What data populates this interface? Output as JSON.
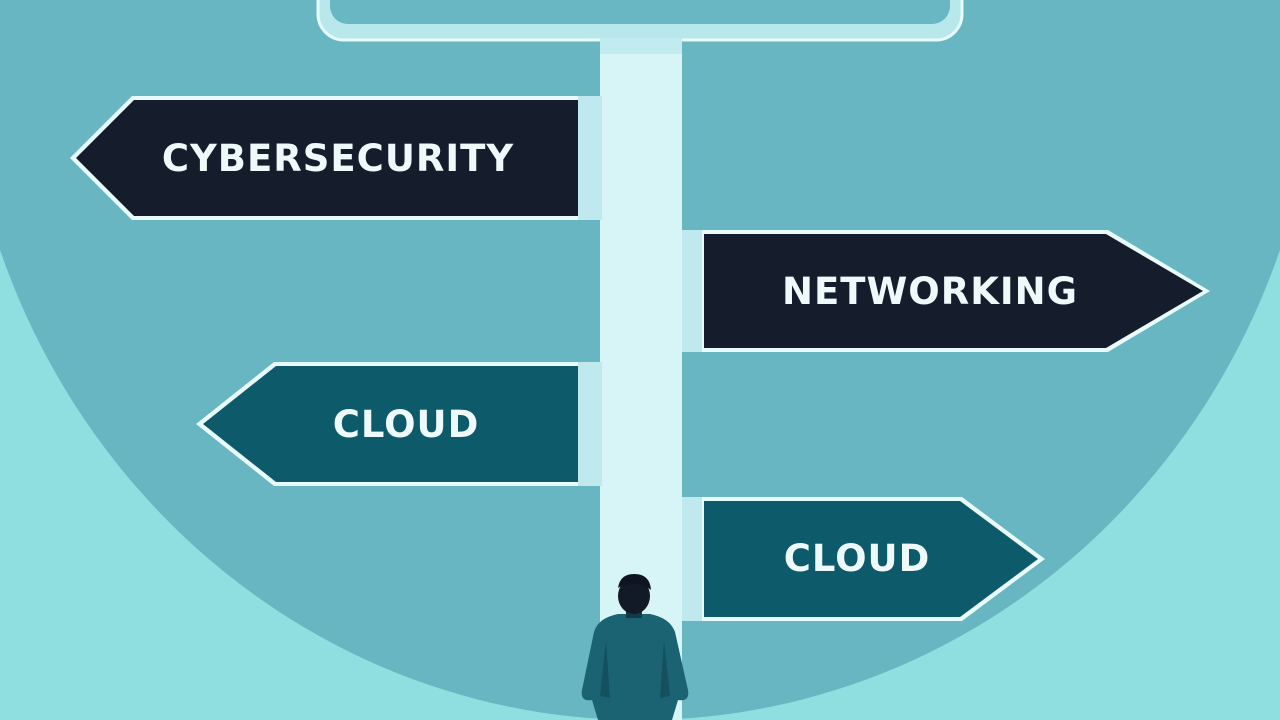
{
  "signs": [
    {
      "label": "CYBERSECURITY",
      "direction": "left",
      "color": "#151d2c"
    },
    {
      "label": "NETWORKING",
      "direction": "right",
      "color": "#151d2c"
    },
    {
      "label": "CLOUD",
      "direction": "left",
      "color": "#0d5a6b"
    },
    {
      "label": "CLOUD",
      "direction": "right",
      "color": "#0d5a6b"
    }
  ],
  "colors": {
    "outer_background": "#8fdfe0",
    "circle_background": "#67b6c1",
    "pole": "#d7f4f6",
    "person_suit": "#1b6373",
    "person_hair": "#131a27"
  }
}
